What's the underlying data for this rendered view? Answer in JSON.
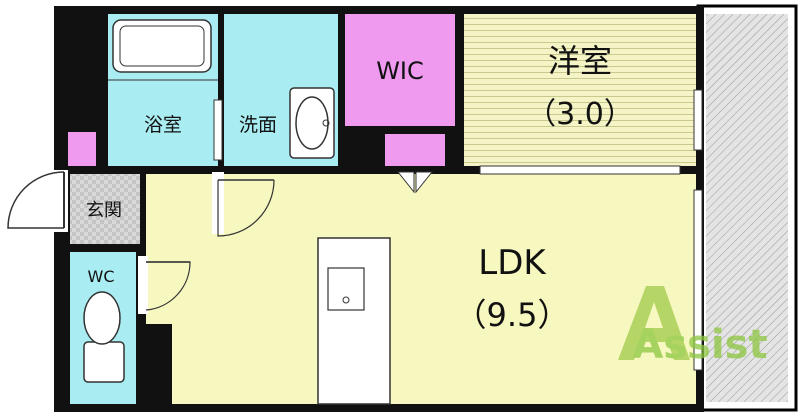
{
  "rooms": {
    "western": {
      "name": "洋室",
      "size": "（3.0）"
    },
    "wic": {
      "name": "WIC"
    },
    "bath": {
      "name": "浴室"
    },
    "washroom": {
      "name": "洗面"
    },
    "entrance": {
      "name": "玄関"
    },
    "toilet": {
      "name": "WC"
    },
    "ldk": {
      "name": "LDK",
      "size": "（9.5）"
    }
  },
  "watermark": {
    "text": "Assist",
    "color": "#7fb52a"
  },
  "colors": {
    "outline": "#000000",
    "ldk_floor": "#f7f7c0",
    "western_floor": "#f4f4c6",
    "wic_floor": "#ef9aef",
    "bath_floor": "#a9ecf2",
    "washroom_floor": "#a9ecf2",
    "toilet_floor": "#a9ecf2",
    "entrance_floor": "#d9d9d9",
    "balcony": "#cfcfcf"
  }
}
